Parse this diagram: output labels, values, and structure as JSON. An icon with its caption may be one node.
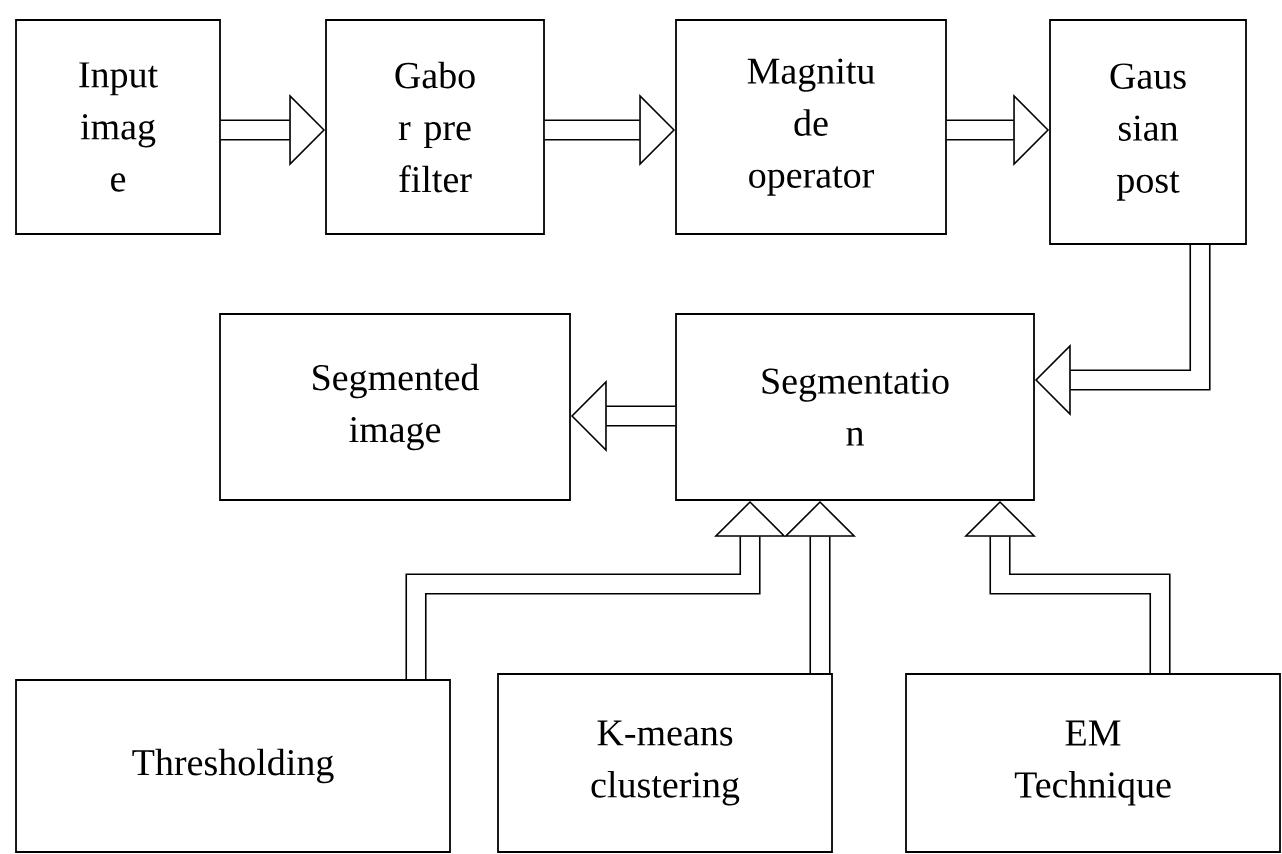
{
  "diagram": {
    "nodes": [
      {
        "text": [
          "Input imag e"
        ]
      },
      {
        "text": [
          "Gabo r pre filter"
        ]
      },
      {
        "text": [
          "Magnitu de operator"
        ]
      },
      {
        "text": [
          "Gaus sian post"
        ]
      },
      {
        "text": [
          "Segmented image"
        ]
      },
      {
        "text": [
          "Segmentatio n"
        ]
      },
      {
        "text": [
          "Thresholding"
        ]
      },
      {
        "text": [
          "K-means clustering"
        ]
      },
      {
        "text": [
          "EM Technique"
        ]
      }
    ],
    "edges": [
      {
        "from": 0,
        "to": 1,
        "arrow": "to"
      },
      {
        "from": 1,
        "to": 2,
        "arrow": "to"
      },
      {
        "from": 2,
        "to": 3,
        "arrow": "to"
      },
      {
        "from": 3,
        "to": 5,
        "arrow": "to"
      },
      {
        "from": 5,
        "to": 4,
        "arrow": "to"
      },
      {
        "from": 6,
        "to": 5,
        "arrow": "to"
      },
      {
        "from": 7,
        "to": 5,
        "arrow": "to"
      },
      {
        "from": 8,
        "to": 5,
        "arrow": "to"
      }
    ]
  }
}
